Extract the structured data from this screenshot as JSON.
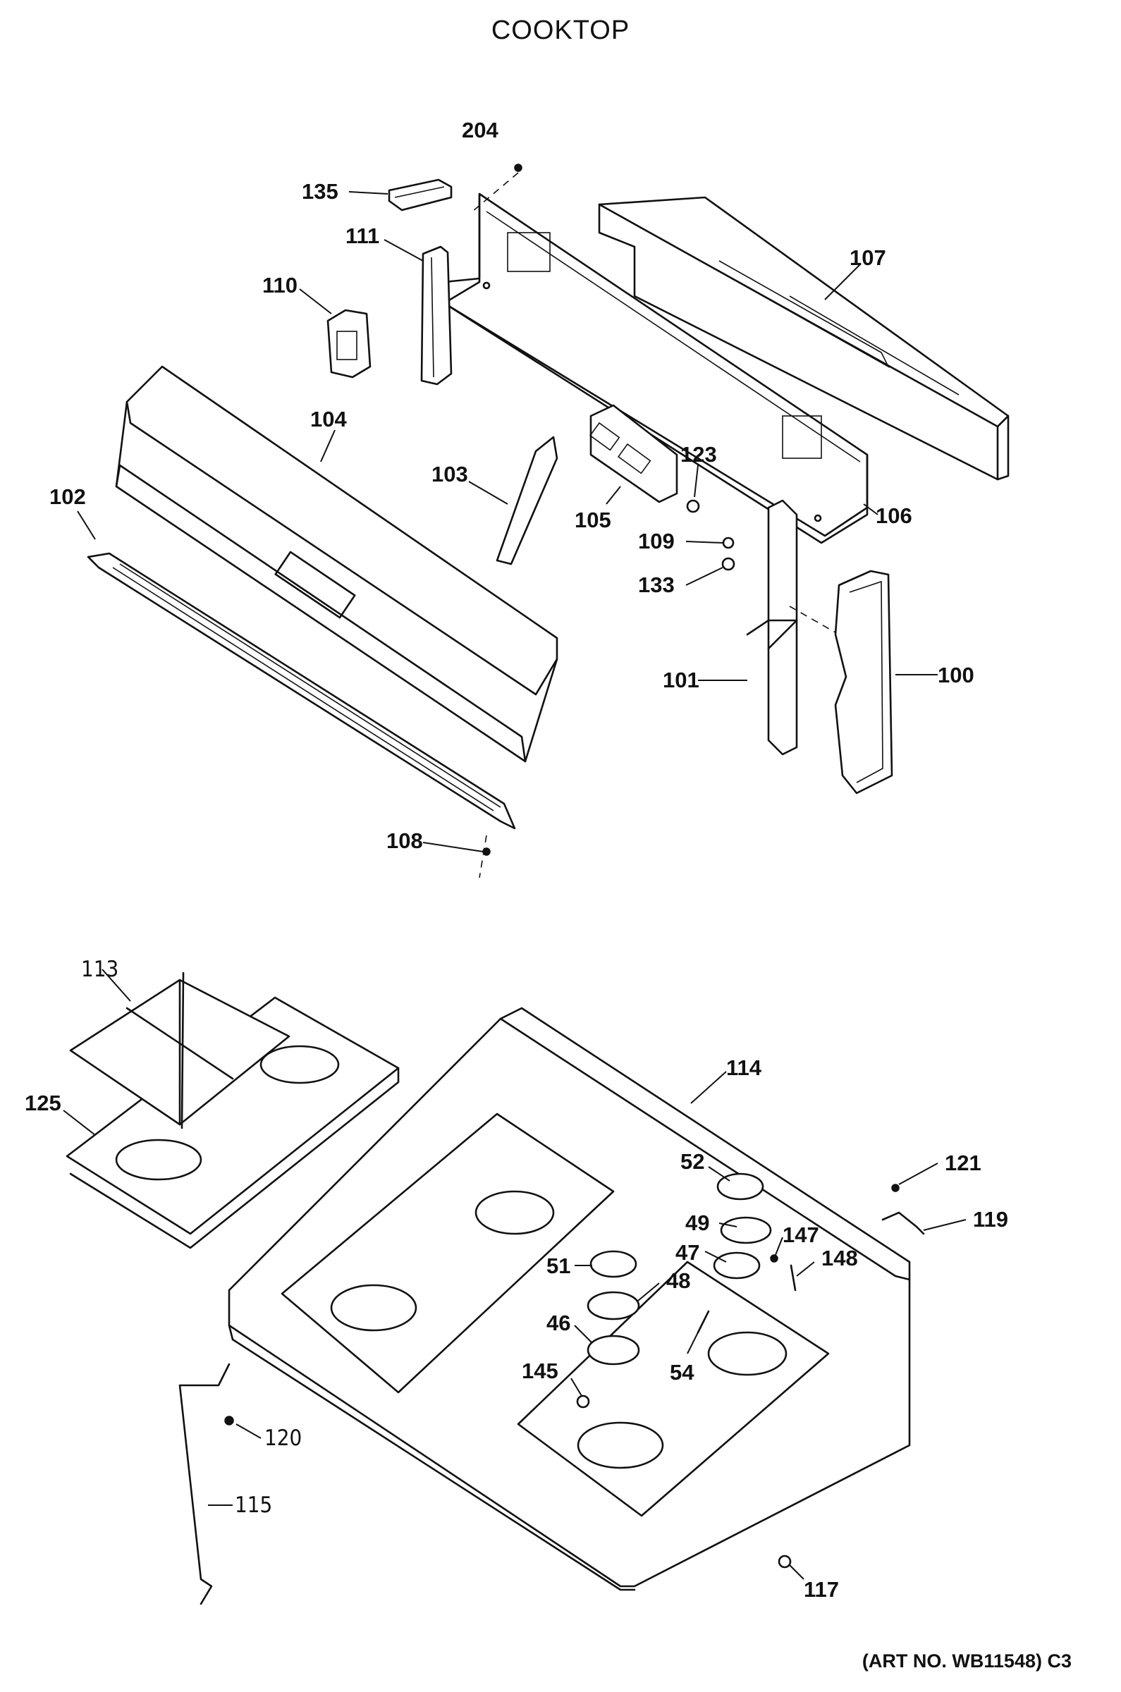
{
  "title": "COOKTOP",
  "art_number": "(ART NO. WB11548) C3",
  "callouts": {
    "c204": "204",
    "c135": "135",
    "c111": "111",
    "c110": "110",
    "c107": "107",
    "c104": "104",
    "c102": "102",
    "c103": "103",
    "c123": "123",
    "c105": "105",
    "c106": "106",
    "c109": "109",
    "c133": "133",
    "c101": "101",
    "c100": "100",
    "c108": "108",
    "c113": "113",
    "c125": "125",
    "c114": "114",
    "c52": "52",
    "c121": "121",
    "c49": "49",
    "c119": "119",
    "c47": "47",
    "c147": "147",
    "c51": "51",
    "c148": "148",
    "c48": "48",
    "c46": "46",
    "c145": "145",
    "c54": "54",
    "c120": "120",
    "c115": "115",
    "c117": "117"
  }
}
